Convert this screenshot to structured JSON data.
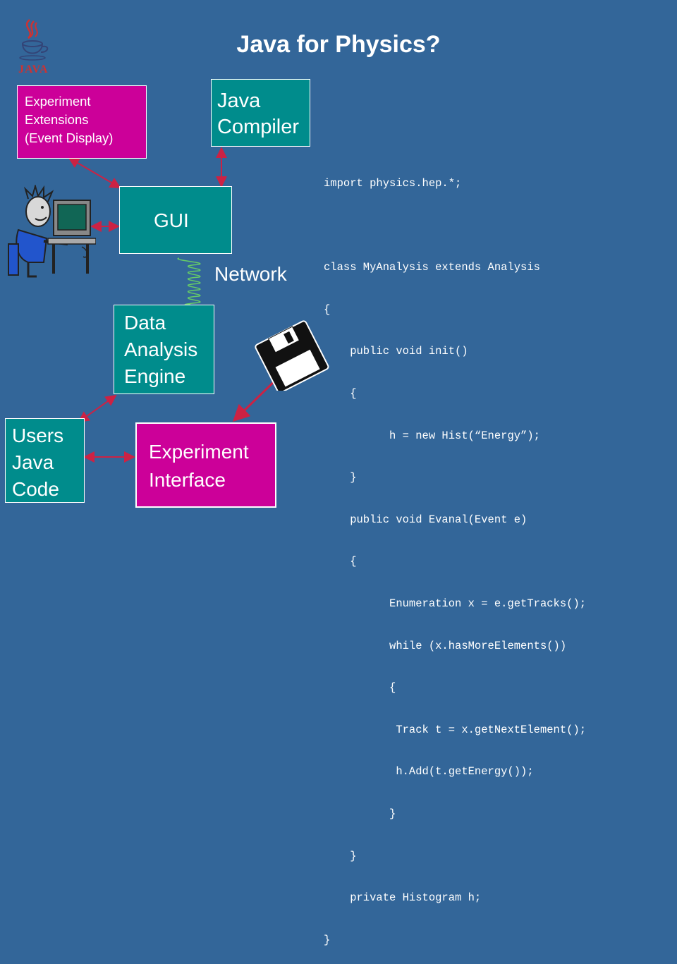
{
  "title": "Java for Physics?",
  "logo": {
    "text": "JAVA"
  },
  "boxes": {
    "experiment_extensions": [
      "Experiment",
      "Extensions",
      "(Event Display)"
    ],
    "java_compiler": [
      "Java",
      "Compiler"
    ],
    "gui": "GUI",
    "data_engine": [
      "Data",
      "Analysis",
      "Engine"
    ],
    "users_code": [
      "Users",
      "Java",
      "Code"
    ],
    "experiment_interface": [
      "Experiment",
      "Interface"
    ]
  },
  "network_label": "Network",
  "code_lines": [
    "import physics.hep.*;",
    "",
    "class MyAnalysis extends Analysis",
    "{",
    "    public void init()",
    "    {",
    "          h = new Hist(“Energy”);",
    "    }",
    "    public void Evanal(Event e)",
    "    {",
    "          Enumeration x = e.getTracks();",
    "          while (x.hasMoreElements())",
    "          {",
    "           Track t = x.getNextElement();",
    "           h.Add(t.getEnergy());",
    "          }",
    "    }",
    "    private Histogram h;",
    "}"
  ],
  "colors": {
    "background": "#336699",
    "teal": "#008c8c",
    "magenta": "#cc0099",
    "arrow": "#cc2244",
    "coil": "#66cc66"
  }
}
